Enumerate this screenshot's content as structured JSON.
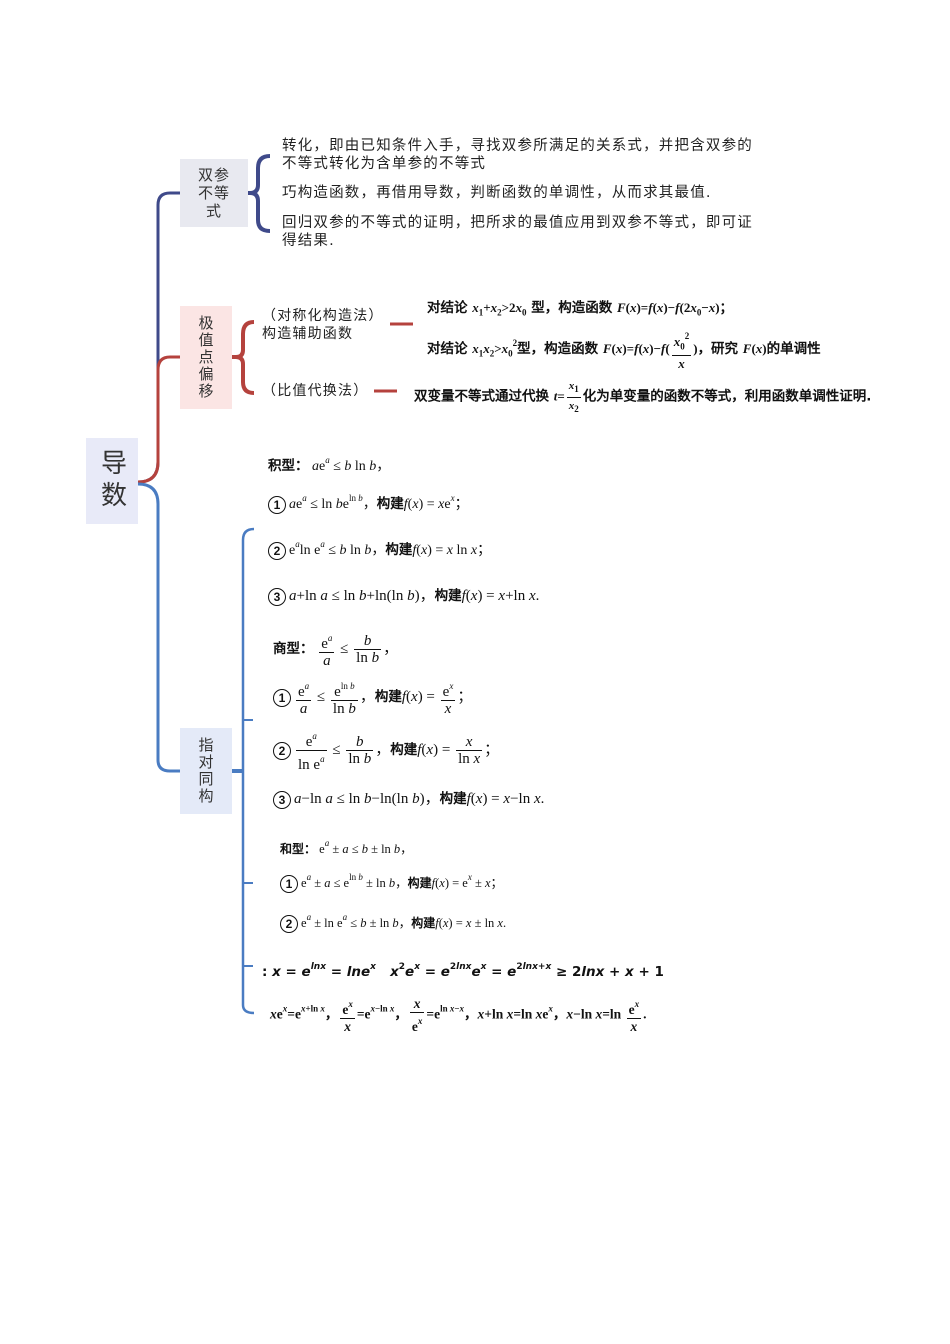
{
  "root": {
    "label": "导数",
    "bg": "#e8eaf8"
  },
  "colors": {
    "navy": "#3f4a8a",
    "red": "#b5423d",
    "blue": "#4a7cc2",
    "box_gray": "#e8e9f0",
    "box_pink": "#fbe5e4",
    "box_blue": "#e4eaf8"
  },
  "branches": [
    {
      "label": "双参不等式",
      "items": [
        "转化，即由已知条件入手，寻找双参所满足的关系式，并把含双参的不等式转化为含单参的不等式",
        "巧构造函数，再借用导数，判断函数的单调性，从而求其最值.",
        "回归双参的不等式的证明，把所求的最值应用到双参不等式，即可证得结果."
      ]
    },
    {
      "label": "极值点偏移",
      "methods": [
        {
          "label_line1": "（对称化构造法）",
          "label_line2": "构造辅助函数",
          "details": [
            {
              "prefix": "对结论 ",
              "cond": "x₁+x₂>2x₀",
              "mid": " 型，构造函数 ",
              "func": "F(x)=f(x)−f(2x₀−x)",
              "suffix": "；"
            },
            {
              "prefix": "对结论 ",
              "cond": "x₁x₂>x₀²",
              "mid": "型，构造函数 ",
              "func": "F(x)=f(x)−f(x₀²/x)",
              "suffix": "，研究 F(x)的单调性"
            }
          ]
        },
        {
          "label_line1": "（比值代换法）",
          "details": [
            {
              "prefix": "双变量不等式通过代换 ",
              "func": "t = x₁/x₂",
              "suffix": "化为单变量的函数不等式，利用函数单调性证明."
            }
          ]
        }
      ]
    },
    {
      "label": "指对同构",
      "groups": [
        {
          "title": "积型：",
          "title_expr": "ae^a ≤ b ln b，",
          "items": [
            {
              "num": "1",
              "expr": "ae^a ≤ ln b·e^(ln b)",
              "construct": "构建",
              "func": "f(x)=xe^x",
              "end": "；"
            },
            {
              "num": "2",
              "expr": "e^a·ln e^a ≤ b ln b",
              "construct": "构建",
              "func": "f(x)=x ln x",
              "end": "；"
            },
            {
              "num": "3",
              "expr": "a+ln a ≤ ln b+ln(ln b)",
              "construct": "构建",
              "func": "f(x)=x+ln x",
              "end": "."
            }
          ]
        },
        {
          "title": "商型：",
          "title_expr": "e^a/a ≤ b/ln b，",
          "items": [
            {
              "num": "1",
              "expr": "e^a/a ≤ e^(ln b)/ln b",
              "construct": "构建",
              "func": "f(x)=e^x/x",
              "end": "；"
            },
            {
              "num": "2",
              "expr": "e^a/ln e^a ≤ b/ln b",
              "construct": "构建",
              "func": "f(x)=x/ln x",
              "end": "；"
            },
            {
              "num": "3",
              "expr": "a−ln a ≤ ln b−ln(ln b)",
              "construct": "构建",
              "func": "f(x)=x−ln x",
              "end": "."
            }
          ]
        },
        {
          "title": "和型：",
          "title_expr": "e^a ± a ≤ b ± ln b，",
          "items": [
            {
              "num": "1",
              "expr": "e^a ± a ≤ e^(ln b) ± ln b",
              "construct": "构建",
              "func": "f(x)=e^x ± x",
              "end": "；"
            },
            {
              "num": "2",
              "expr": "e^a ± ln e^a ≤ b ± ln b",
              "construct": "构建",
              "func": "f(x)=x ± ln x",
              "end": "."
            }
          ]
        }
      ],
      "identities": {
        "line1": ": x = e^(lnx) = ln e^x   x²e^x = e^(2lnx)e^x = e^(2lnx+x) ≥ 2lnx + x + 1",
        "line2": "xe^x=e^(x+ln x)，e^x/x=e^(x−ln x)，x/e^x=e^(ln x−x)，x+ln x=ln xe^x，x−ln x=ln(e^x/x)."
      }
    }
  ]
}
